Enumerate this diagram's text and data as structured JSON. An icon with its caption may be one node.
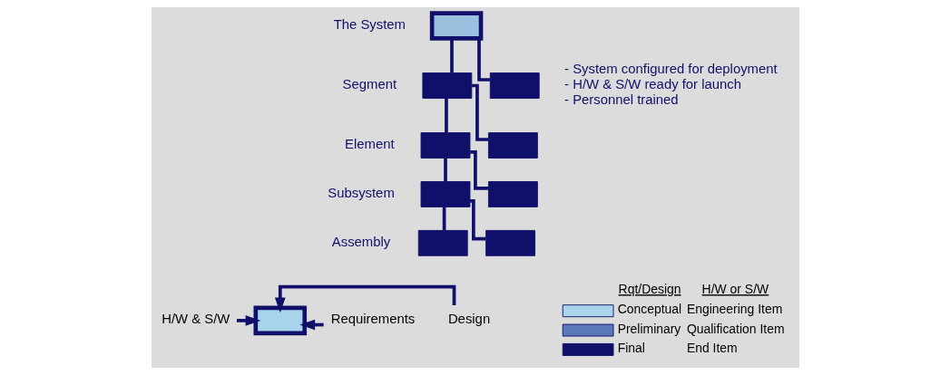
{
  "diagram": {
    "nodes": [
      {
        "text": [],
        "shape": "box"
      },
      {
        "text": [],
        "shape": "box"
      },
      {
        "text": [],
        "shape": "box"
      },
      {
        "text": [],
        "shape": "box"
      },
      {
        "text": [],
        "shape": "box"
      },
      {
        "text": [],
        "shape": "box"
      },
      {
        "text": [],
        "shape": "box"
      },
      {
        "text": [],
        "shape": "box"
      },
      {
        "text": [],
        "shape": "box"
      },
      {
        "text": [],
        "shape": "box"
      },
      {
        "text": [
          "H/W & S/W"
        ]
      },
      {
        "text": [
          "Requirements"
        ]
      },
      {
        "text": [
          "Design"
        ]
      }
    ],
    "edges": [
      {
        "from": 0,
        "to": 1,
        "arrow": "none"
      },
      {
        "from": 0,
        "to": 2,
        "arrow": "none"
      },
      {
        "from": 1,
        "to": 3,
        "arrow": "none"
      },
      {
        "from": 1,
        "to": 4,
        "arrow": "none"
      },
      {
        "from": 3,
        "to": 5,
        "arrow": "none"
      },
      {
        "from": 3,
        "to": 6,
        "arrow": "none"
      },
      {
        "from": 5,
        "to": 7,
        "arrow": "none"
      },
      {
        "from": 5,
        "to": 8,
        "arrow": "none"
      },
      {
        "from": 10,
        "to": 9,
        "arrow": "to"
      },
      {
        "from": 11,
        "to": 9,
        "arrow": "to"
      },
      {
        "from": 12,
        "to": 9,
        "arrow": "to"
      }
    ],
    "labels": [
      "The System",
      "Segment",
      "Element",
      "Subsystem",
      "Assembly",
      "- System configured for deployment",
      "- H/W & S/W ready for launch",
      "- Personnel trained",
      "Rqt/Design",
      "H/W or S/W",
      "Engineering Item",
      "Qualification Item",
      "End Item"
    ],
    "legend": [
      {
        "text": "Conceptual",
        "color": "#a8d4ec"
      },
      {
        "text": "Preliminary",
        "color": "#5878b8"
      },
      {
        "text": "Final",
        "color": "#10106a"
      }
    ]
  }
}
